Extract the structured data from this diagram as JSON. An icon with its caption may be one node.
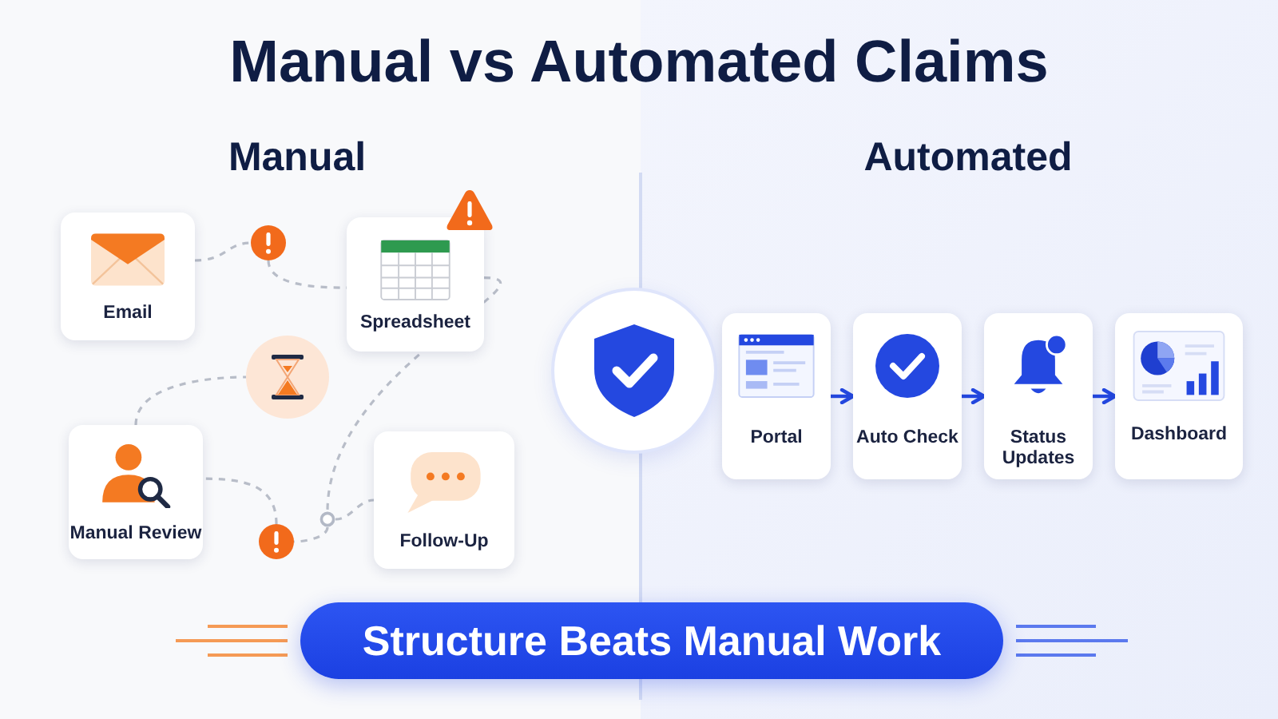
{
  "diagram": {
    "title": "Manual vs Automated Claims",
    "nodes": [
      {
        "text": [
          "Email"
        ]
      },
      {
        "text": [],
        "shape": "circle"
      },
      {
        "text": [
          "Spreadsheet"
        ]
      },
      {
        "text": [],
        "shape": "circle"
      },
      {
        "text": [
          "Manual Review"
        ]
      },
      {
        "text": [],
        "shape": "circle"
      },
      {
        "text": [],
        "shape": "circle"
      },
      {
        "text": [
          "Follow-Up"
        ]
      },
      {
        "text": [],
        "shape": "circle"
      },
      {
        "text": [
          "Portal"
        ]
      },
      {
        "text": [
          "Auto Check"
        ]
      },
      {
        "text": [
          "Status Updates"
        ]
      },
      {
        "text": [
          "Dashboard"
        ]
      },
      {
        "text": [
          "Structure Beats Manual Work"
        ]
      }
    ],
    "edges": [
      {
        "from": 0,
        "to": 1,
        "arrow": "none",
        "style": "dashed"
      },
      {
        "from": 1,
        "to": 2,
        "arrow": "none",
        "style": "dashed"
      },
      {
        "from": 2,
        "to": 6,
        "arrow": "none",
        "style": "dashed"
      },
      {
        "from": 6,
        "to": 7,
        "arrow": "none",
        "style": "dashed"
      },
      {
        "from": 6,
        "to": 5,
        "arrow": "none",
        "style": "dashed"
      },
      {
        "from": 5,
        "to": 4,
        "arrow": "none",
        "style": "dashed"
      },
      {
        "from": 4,
        "to": 3,
        "arrow": "none",
        "style": "dashed"
      },
      {
        "from": 9,
        "to": 10,
        "arrow": "to",
        "color": "#2448e0"
      },
      {
        "from": 10,
        "to": 11,
        "arrow": "to",
        "color": "#2448e0"
      },
      {
        "from": 11,
        "to": 12,
        "arrow": "to",
        "color": "#2448e0"
      }
    ],
    "labels": [
      "Manual",
      "Automated"
    ]
  }
}
